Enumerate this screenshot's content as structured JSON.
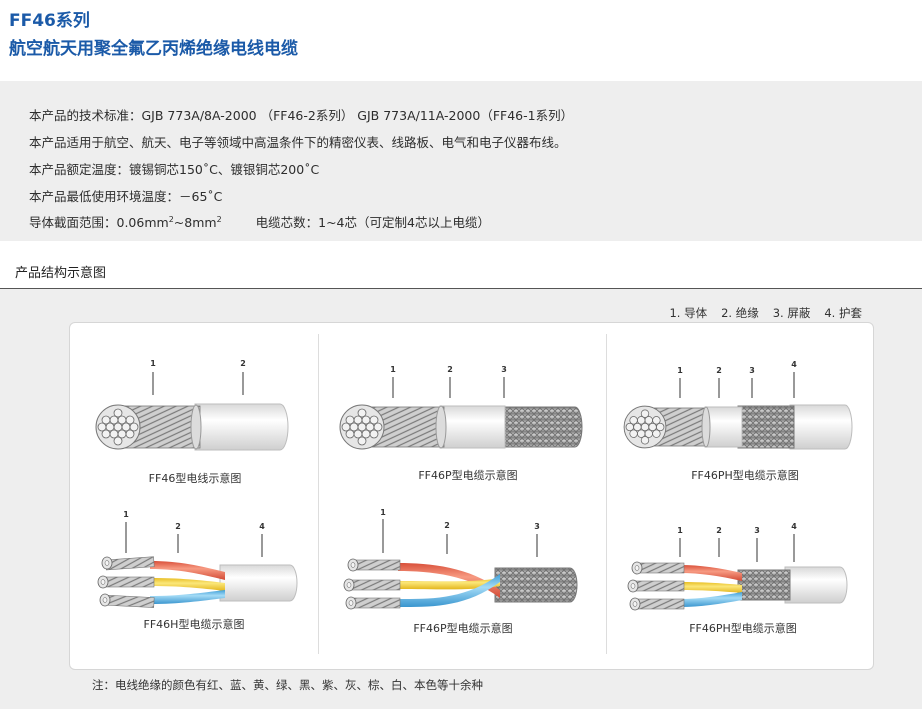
{
  "header": {
    "model": "FF46系列",
    "title": "航空航天用聚全氟乙丙烯绝缘电线电缆"
  },
  "specs": {
    "standard": "本产品的技术标准：GJB 773A/8A-2000 （FF46-2系列） GJB 773A/11A-2000（FF46-1系列）",
    "application": "本产品适用于航空、航天、电子等领域中高温条件下的精密仪表、线路板、电气和电子仪器布线。",
    "rated_temp": "本产品额定温度：镀锡铜芯150˚C、镀银铜芯200˚C",
    "min_temp": "本产品最低使用环境温度：－65˚C",
    "section_prefix": "导体截面范围：0.06mm",
    "section_mid": "~8mm",
    "sup": "2",
    "cores": "电缆芯数：1~4芯（可定制4芯以上电缆）"
  },
  "section_title": "产品结构示意图",
  "legend": [
    "1. 导体",
    "2. 绝缘",
    "3. 屏蔽",
    "4. 护套"
  ],
  "callout_numbers": [
    "1",
    "2",
    "3",
    "4"
  ],
  "captions": {
    "c1": "FF46型电线示意图",
    "c2": "FF46P型电缆示意图",
    "c3": "FF46PH型电缆示意图",
    "c4": "FF46H型电缆示意图",
    "c5": "FF46P型电缆示意图",
    "c6": "FF46PH型电缆示意图"
  },
  "note": "注：电线绝缘的颜色有红、蓝、黄、绿、黑、紫、灰、棕、白、本色等十余种",
  "colors": {
    "title_blue": "#1b5aa8",
    "insulation_red": "#ee6a4e",
    "insulation_yellow": "#f6d33a",
    "insulation_blue": "#5fb8e8",
    "jacket_white": "#f4f4f4",
    "shield_gray": "#9a9a9a"
  }
}
